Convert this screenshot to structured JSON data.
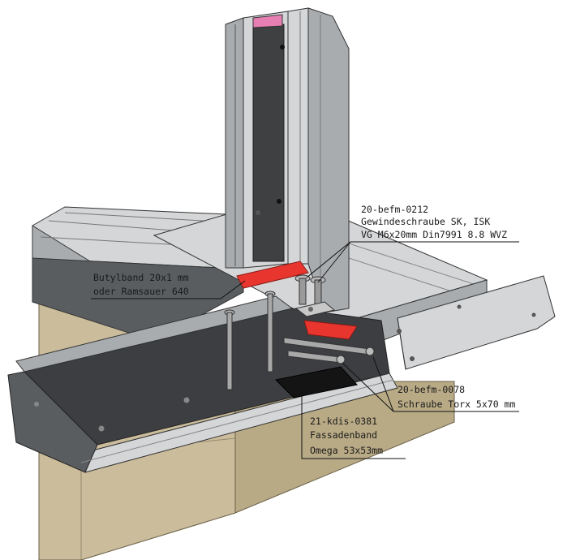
{
  "colors": {
    "wall": "#cbbd9c",
    "wall_dark": "#b9aa86",
    "profile_light": "#d4d6d8",
    "profile_mid": "#a9acaf",
    "profile_dark": "#5a5d60",
    "channel": "#3c3e41",
    "butyl": "#e8362e",
    "gasket": "#3f4042",
    "pink": "#e77fb3"
  },
  "annotations": {
    "screw_sk": {
      "line1": "20-befm-0212",
      "line2": "Gewindeschraube SK, ISK",
      "line3": "VG M6x20mm Din7991 8.8 WVZ"
    },
    "butyl": {
      "line1": "Butylband 20x1 mm",
      "line2": "oder Ramsauer 640"
    },
    "torx": {
      "line1": "20-befm-0078",
      "line2": "Schraube Torx 5x70 mm"
    },
    "facade_band": {
      "line1": "21-kdis-0381",
      "line2": "Fassadenband",
      "line3": "Omega 53x53mm"
    }
  }
}
